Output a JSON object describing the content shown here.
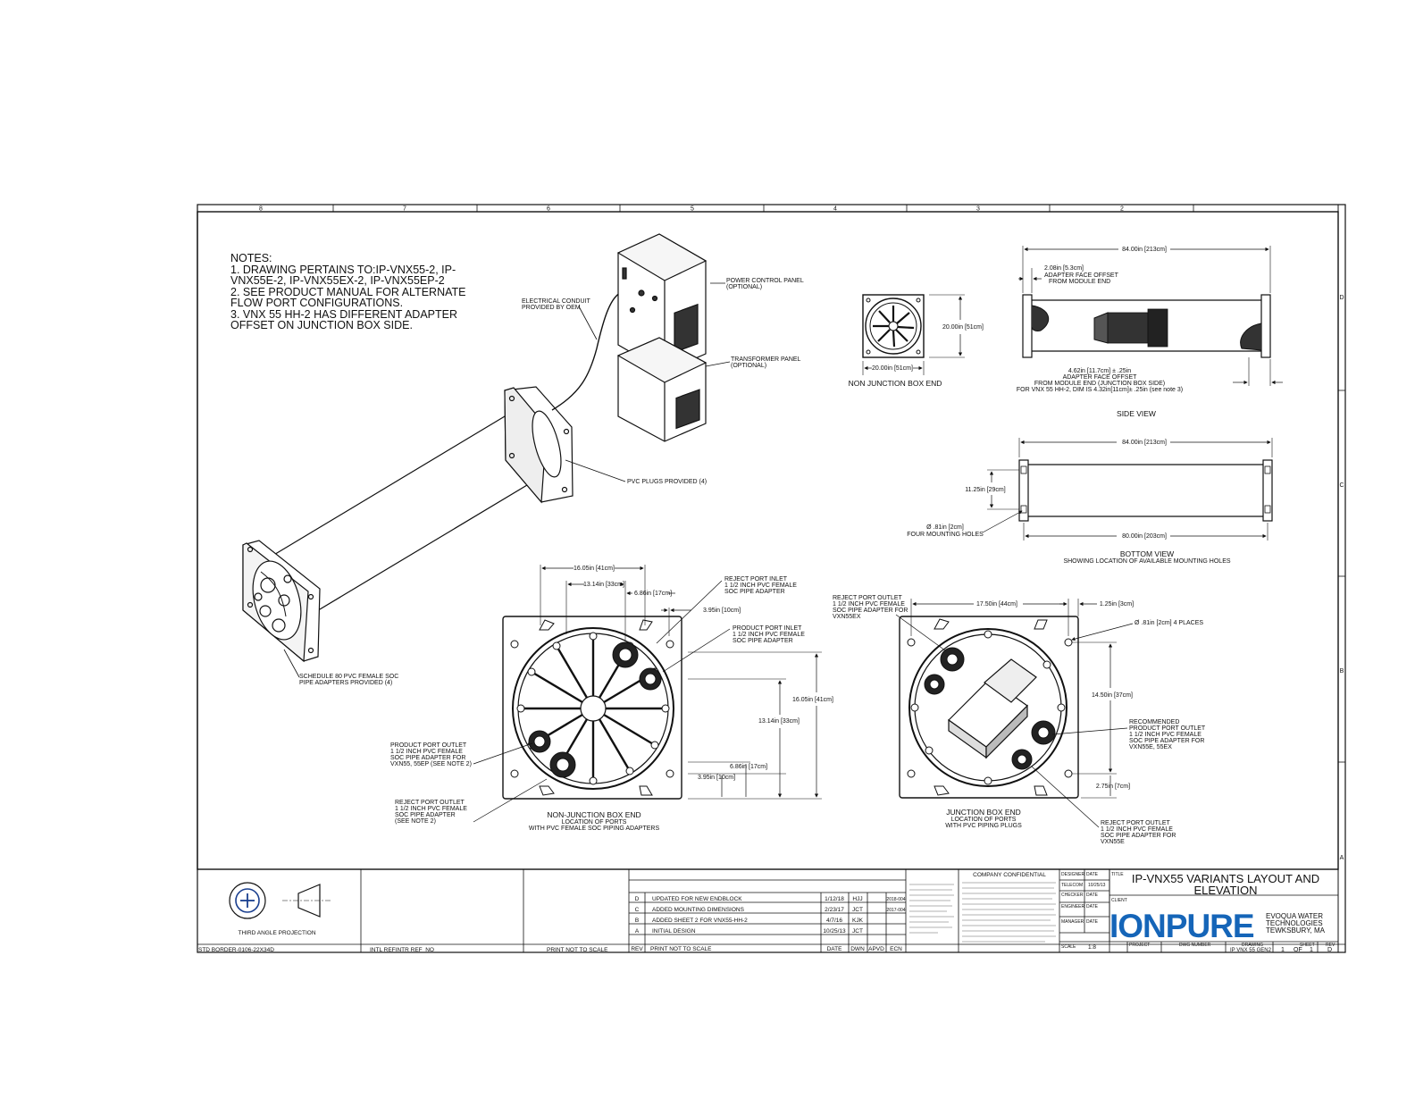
{
  "notes": {
    "heading": "NOTES:",
    "lines": [
      "1. DRAWING PERTAINS TO:IP-VNX55-2, IP-",
      "VNX55E-2, IP-VNX55EX-2, IP-VNX55EP-2",
      "2. SEE PRODUCT MANUAL FOR ALTERNATE",
      "FLOW PORT CONFIGURATIONS.",
      "3. VNX 55 HH-2 HAS DIFFERENT ADAPTER",
      "OFFSET ON JUNCTION BOX SIDE."
    ]
  },
  "zones": {
    "top": [
      "8",
      "7",
      "6",
      "5",
      "4",
      "3",
      "2"
    ],
    "side": [
      "D",
      "C",
      "B",
      "A"
    ]
  },
  "isometric": {
    "electrical_conduit": [
      "ELECTRICAL CONDUIT",
      "PROVIDED BY OEM"
    ],
    "power_panel": [
      "POWER CONTROL PANEL",
      "(OPTIONAL)"
    ],
    "transformer_panel": [
      "TRANSFORMER PANEL",
      "(OPTIONAL)"
    ],
    "pvc_plugs": "PVC PLUGS  PROVIDED (4)",
    "schedule80": [
      "SCHEDULE 80 PVC FEMALE SOC",
      "PIPE ADAPTERS PROVIDED (4)"
    ]
  },
  "non_jb_small": {
    "height_dim": "20.00in [51cm]",
    "width_dim": "20.00in [51cm]",
    "title": "NON JUNCTION BOX END"
  },
  "side_view": {
    "length": "84.00in [213cm]",
    "offset_a": [
      "2.08in [5.3cm]",
      "ADAPTER FACE OFFSET",
      "FROM MODULE END"
    ],
    "offset_b": [
      "4.62in [11.7cm] ± .25in",
      "ADAPTER FACE OFFSET",
      "FROM MODULE END (JUNCTION BOX SIDE)",
      "FOR VNX 55 HH-2, DIM IS 4.32in[11cm]± .25in (see note 3)"
    ],
    "title": "SIDE VIEW"
  },
  "bottom_view": {
    "length": "84.00in [213cm]",
    "height": "11.25in [29cm]",
    "holes": [
      "Ø .81in [2cm]",
      "FOUR MOUNTING HOLES"
    ],
    "span": "80.00in [203cm]",
    "title": "BOTTOM VIEW",
    "subtitle": "SHOWING LOCATION OF AVAILABLE MOUNTING HOLES"
  },
  "non_jb_end": {
    "dim_16": "16.05in [41cm]",
    "dim_13": "13.14in [33cm]",
    "dim_6": "6.86in [17cm]",
    "dim_3": "3.95in [10cm]",
    "vdim_16": "16.05in [41cm]",
    "vdim_13": "13.14in [33cm]",
    "vdim_6": "6.86in [17cm]",
    "vdim_3": "3.95in [10cm]",
    "reject_inlet": [
      "REJECT PORT INLET",
      "1 1/2 INCH PVC FEMALE",
      "SOC PIPE ADAPTER"
    ],
    "product_inlet": [
      "PRODUCT PORT INLET",
      "1 1/2 INCH PVC FEMALE",
      "SOC PIPE ADAPTER"
    ],
    "product_outlet": [
      "PRODUCT PORT OUTLET",
      "1 1/2 INCH PVC FEMALE",
      "SOC PIPE ADAPTER FOR",
      "VXN55, 55EP (SEE NOTE 2)"
    ],
    "reject_outlet": [
      "REJECT PORT OUTLET",
      "1 1/2 INCH PVC FEMALE",
      "SOC PIPE ADAPTER",
      "(SEE NOTE 2)"
    ],
    "title": "NON-JUNCTION BOX END",
    "sub1": "LOCATION OF PORTS",
    "sub2": "WITH PVC FEMALE SOC PIPING ADAPTERS"
  },
  "jb_end": {
    "dim_17": "17.50in [44cm]",
    "dim_1": "1.25in [3cm]",
    "holes": "Ø .81in [2cm] 4 PLACES",
    "dim_14": "14.50in [37cm]",
    "dim_2": "2.75in [7cm]",
    "reject_outlet_top": [
      "REJECT PORT OUTLET",
      "1 1/2 INCH PVC FEMALE",
      "SOC PIPE ADAPTER FOR",
      "VXN55EX"
    ],
    "recommended": [
      "RECOMMENDED",
      "PRODUCT PORT OUTLET",
      "1 1/2 INCH PVC FEMALE",
      "SOC PIPE ADAPTER FOR",
      "VXN55E, 55EX"
    ],
    "reject_outlet_bottom": [
      "REJECT PORT OUTLET",
      "1 1/2 INCH PVC FEMALE",
      "SOC PIPE ADAPTER FOR",
      "VXN55E"
    ],
    "title": "JUNCTION BOX END",
    "sub1": "LOCATION OF PORTS",
    "sub2": "WITH PVC PIPING PLUGS"
  },
  "title_block": {
    "projection": "THIRD ANGLE PROJECTION",
    "std_border": "STD BORDER-0106-22X34D",
    "intl_ref": "INTL REFINTR  REF_NO",
    "print_not_scale": "PRINT NOT TO SCALE",
    "rev_header": "REV",
    "rev_print": "PRINT NOT TO SCALE",
    "col_date": "DATE",
    "col_dwn": "DWN",
    "col_apvd": "APVD",
    "col_ecn": "ECN",
    "revisions": [
      {
        "rev": "D",
        "desc": "UPDATED FOR NEW ENDBLOCK",
        "date": "1/12/18",
        "dwn": "HJJ",
        "ecn": "2018-004"
      },
      {
        "rev": "C",
        "desc": "ADDED MOUNTING DIMENSIONS",
        "date": "2/23/17",
        "dwn": "JCT",
        "ecn": "2017-004"
      },
      {
        "rev": "B",
        "desc": "ADDED SHEET 2 FOR VNX55-HH-2",
        "date": "4/7/16",
        "dwn": "KJK",
        "ecn": ""
      },
      {
        "rev": "A",
        "desc": "INITIAL DESIGN",
        "date": "10/25/13",
        "dwn": "JCT",
        "ecn": ""
      }
    ],
    "confidential": "COMPANY CONFIDENTIAL",
    "title_label": "TITLE",
    "title_line1": "IP-VNX55 VARIANTS LAYOUT AND",
    "title_line2": "ELEVATION",
    "client_label": "CLIENT",
    "logo": "IONPURE",
    "company": [
      "EVOQUA WATER",
      "TECHNOLOGIES",
      "TEWKSBURY, MA"
    ],
    "designer": "DESIGNER",
    "checker": "CHECKER",
    "engineer": "ENGINEER",
    "manager": "MANAGER",
    "date_label": "DATE",
    "telecom": "TELECOM",
    "design_date": "10/25/13",
    "scale_label": "SCALE",
    "scale_value": "1:8",
    "project_label": "PROJECT",
    "dwg_number_label": "DWG NUMBER",
    "drawing_label": "DRAWING",
    "drawing_value": "IP VNX 55 GEN2",
    "sheet_label": "SHEET",
    "sheet_value": "1",
    "of_label": "OF",
    "of_value": "1",
    "rev_label": "REV",
    "rev_value": "D"
  }
}
